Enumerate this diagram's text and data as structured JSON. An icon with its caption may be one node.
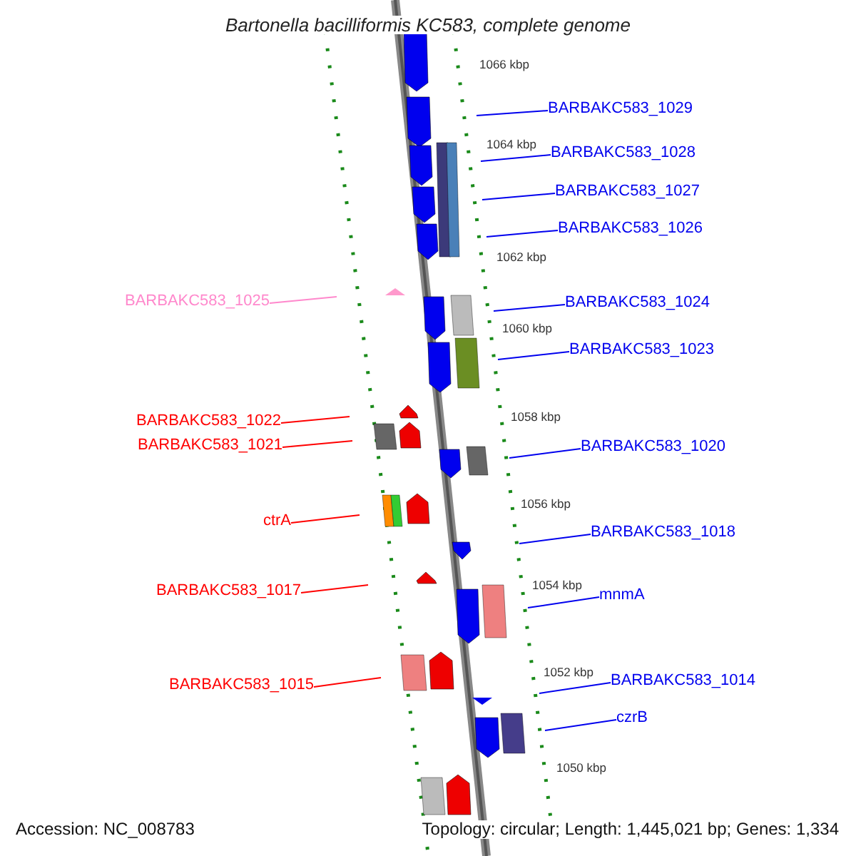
{
  "diagram": {
    "title": "Bartonella bacilliformis KC583, complete genome",
    "nodes": [
      {
        "text": [
          "BARBAKC583_1029"
        ]
      },
      {
        "text": [
          "BARBAKC583_1028"
        ]
      },
      {
        "text": [
          "BARBAKC583_1027"
        ]
      },
      {
        "text": [
          "BARBAKC583_1026"
        ]
      },
      {
        "text": [
          "BARBAKC583_1025"
        ]
      },
      {
        "text": [
          "BARBAKC583_1024"
        ]
      },
      {
        "text": [
          "BARBAKC583_1023"
        ]
      },
      {
        "text": [
          "BARBAKC583_1022"
        ]
      },
      {
        "text": [
          "BARBAKC583_1021"
        ]
      },
      {
        "text": [
          "BARBAKC583_1020"
        ]
      },
      {
        "text": [
          "ctrA"
        ]
      },
      {
        "text": [
          "BARBAKC583_1018"
        ]
      },
      {
        "text": [
          "BARBAKC583_1017"
        ]
      },
      {
        "text": [
          "mnmA"
        ]
      },
      {
        "text": [
          "BARBAKC583_1015"
        ]
      },
      {
        "text": [
          "BARBAKC583_1014"
        ]
      },
      {
        "text": [
          "czrB"
        ]
      }
    ],
    "edges": [
      {
        "from": 0,
        "to": null,
        "arrow": "none"
      },
      {
        "from": 1,
        "to": null,
        "arrow": "none"
      },
      {
        "from": 2,
        "to": null,
        "arrow": "none"
      },
      {
        "from": 3,
        "to": null,
        "arrow": "none"
      },
      {
        "from": 4,
        "to": null,
        "arrow": "none",
        "color": "#ff88cc"
      },
      {
        "from": 5,
        "to": null,
        "arrow": "none"
      },
      {
        "from": 6,
        "to": null,
        "arrow": "none"
      },
      {
        "from": 7,
        "to": null,
        "arrow": "none",
        "color": "#ff0000"
      },
      {
        "from": 8,
        "to": null,
        "arrow": "none",
        "color": "#ff0000"
      },
      {
        "from": 9,
        "to": null,
        "arrow": "none"
      },
      {
        "from": 10,
        "to": null,
        "arrow": "none",
        "color": "#ff0000"
      },
      {
        "from": 11,
        "to": null,
        "arrow": "none"
      },
      {
        "from": 12,
        "to": null,
        "arrow": "none",
        "color": "#ff0000"
      },
      {
        "from": 13,
        "to": null,
        "arrow": "none"
      },
      {
        "from": 14,
        "to": null,
        "arrow": "none",
        "color": "#ff0000"
      },
      {
        "from": 15,
        "to": null,
        "arrow": "none"
      },
      {
        "from": 16,
        "to": null,
        "arrow": "none"
      }
    ],
    "labels": [
      "1066 kbp",
      "1064 kbp",
      "1062 kbp",
      "1060 kbp",
      "1058 kbp",
      "1056 kbp",
      "1054 kbp",
      "1052 kbp",
      "1050 kbp",
      "Accession: NC_008783",
      "Topology: circular; Length: 1,445,021 bp; Genes: 1,334"
    ]
  }
}
